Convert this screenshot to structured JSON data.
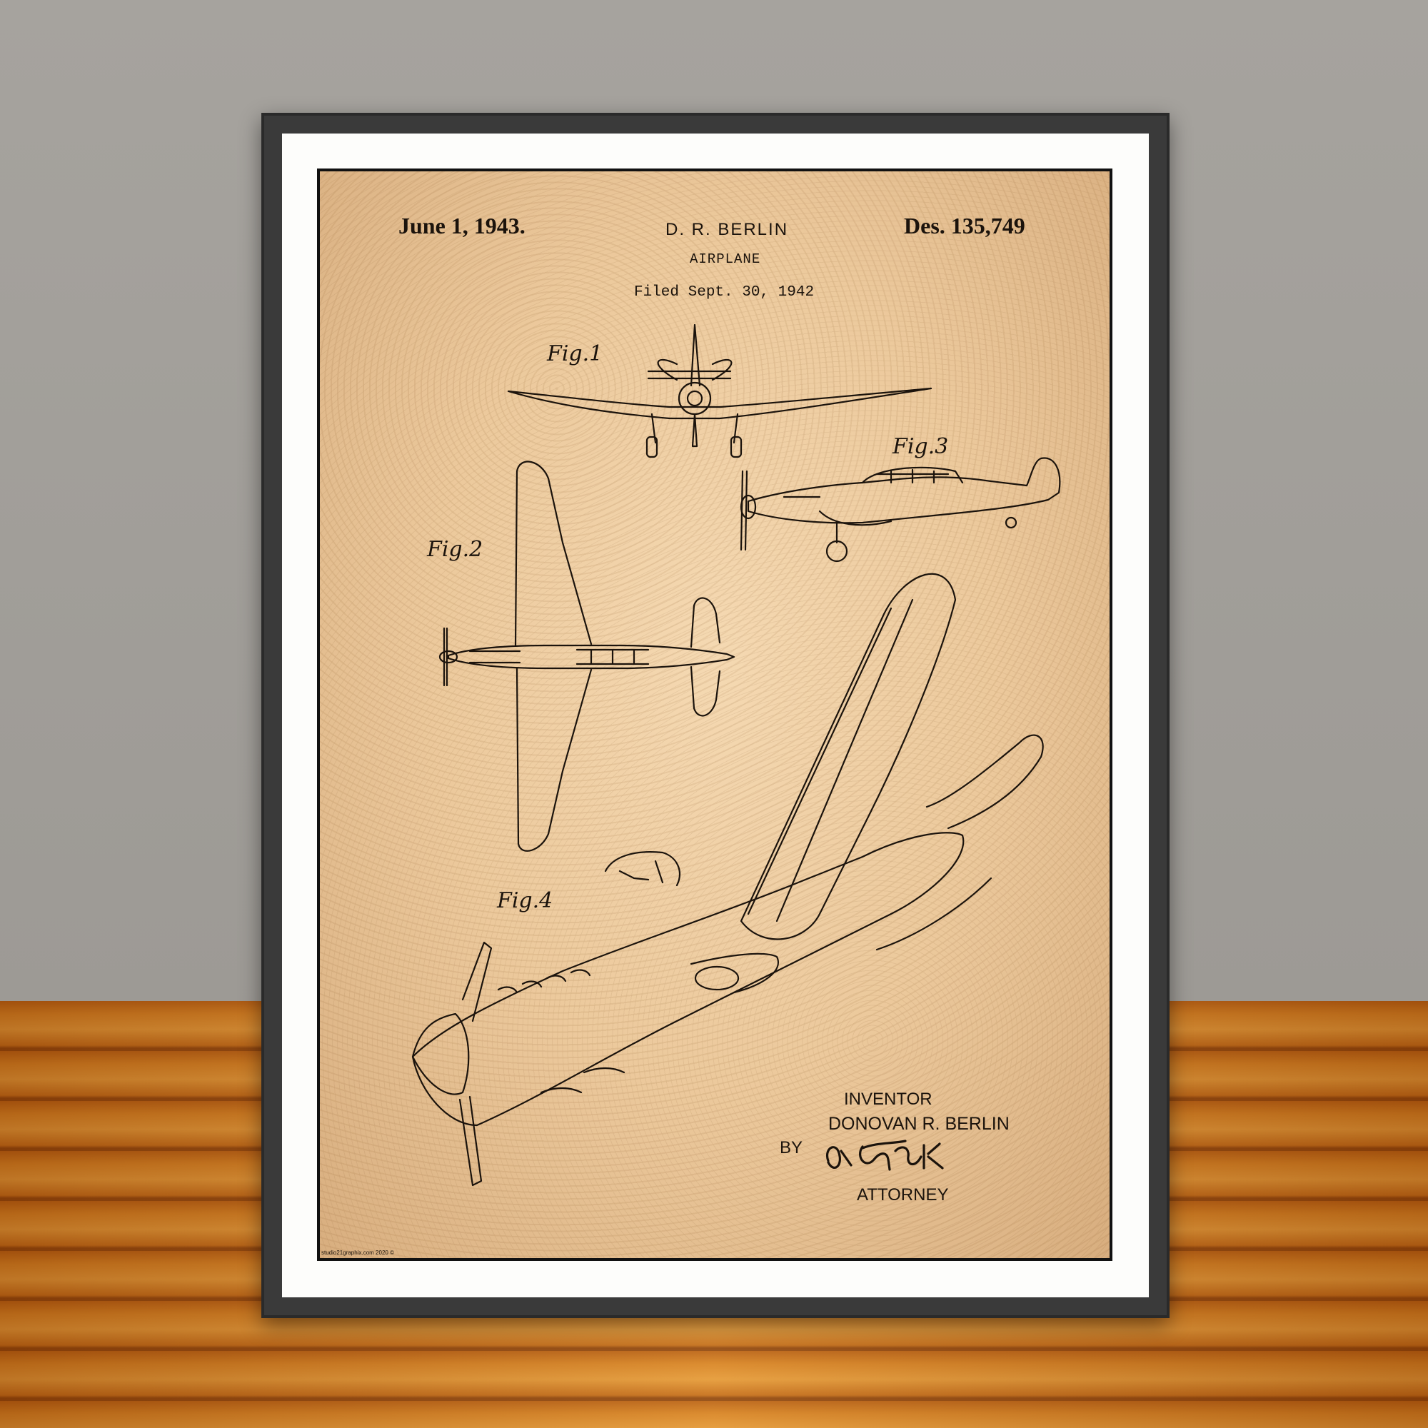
{
  "patent": {
    "date": "June 1, 1943.",
    "inventor_short": "D. R. BERLIN",
    "title": "AIRPLANE",
    "filed": "Filed Sept. 30, 1942",
    "design_number": "Des. 135,749"
  },
  "figures": {
    "fig1": "Fig.1",
    "fig2": "Fig.2",
    "fig3": "Fig.3",
    "fig4": "Fig.4"
  },
  "signature": {
    "inventor_label": "INVENTOR",
    "inventor_name": "DONOVAN R. BERLIN",
    "by": "BY",
    "attorney_label": "ATTORNEY"
  },
  "credit": "studio21graphix.com 2020 ©",
  "colors": {
    "ink": "#1b130c",
    "paper": "#ecc99c",
    "frame": "#3a3a3a",
    "mat": "#fdfdfb",
    "wall": "#a29f9a",
    "floor": "#d58224"
  }
}
